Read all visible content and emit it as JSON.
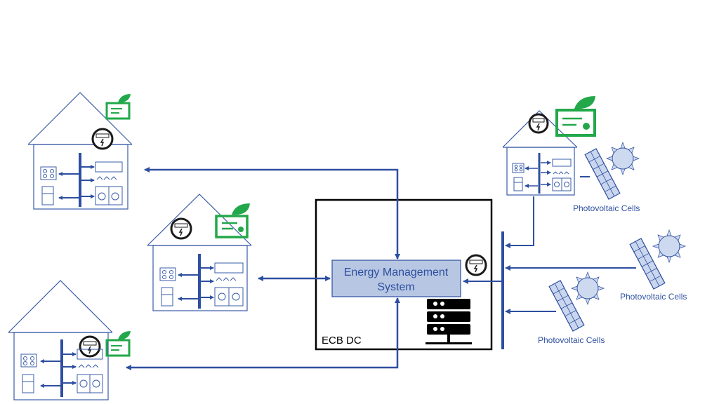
{
  "ems": {
    "line1": "Energy Management",
    "line2": "System"
  },
  "datacenter": {
    "label": "ECB DC"
  },
  "pv_labels": [
    "Photovoltaic Cells",
    "Photovoltaic Cells",
    "Photovoltaic Cells"
  ],
  "icons": {
    "house": "house-icon",
    "meter": "smart-meter-icon",
    "certificate": "green-certificate-icon",
    "server": "server-rack-icon",
    "solar_panel": "solar-panel-icon",
    "sun": "sun-icon",
    "stove": "stove-icon",
    "fridge": "fridge-icon",
    "washer": "washer-icon",
    "air_conditioner": "air-conditioner-icon"
  },
  "colors": {
    "line_blue": "#2e4fa0",
    "house_outline": "#3a5ca8",
    "ems_fill": "#b7c6e2",
    "cert_green": "#22a84a",
    "panel_fill": "#c9d6ee",
    "sun_fill": "#cdd9ef"
  }
}
